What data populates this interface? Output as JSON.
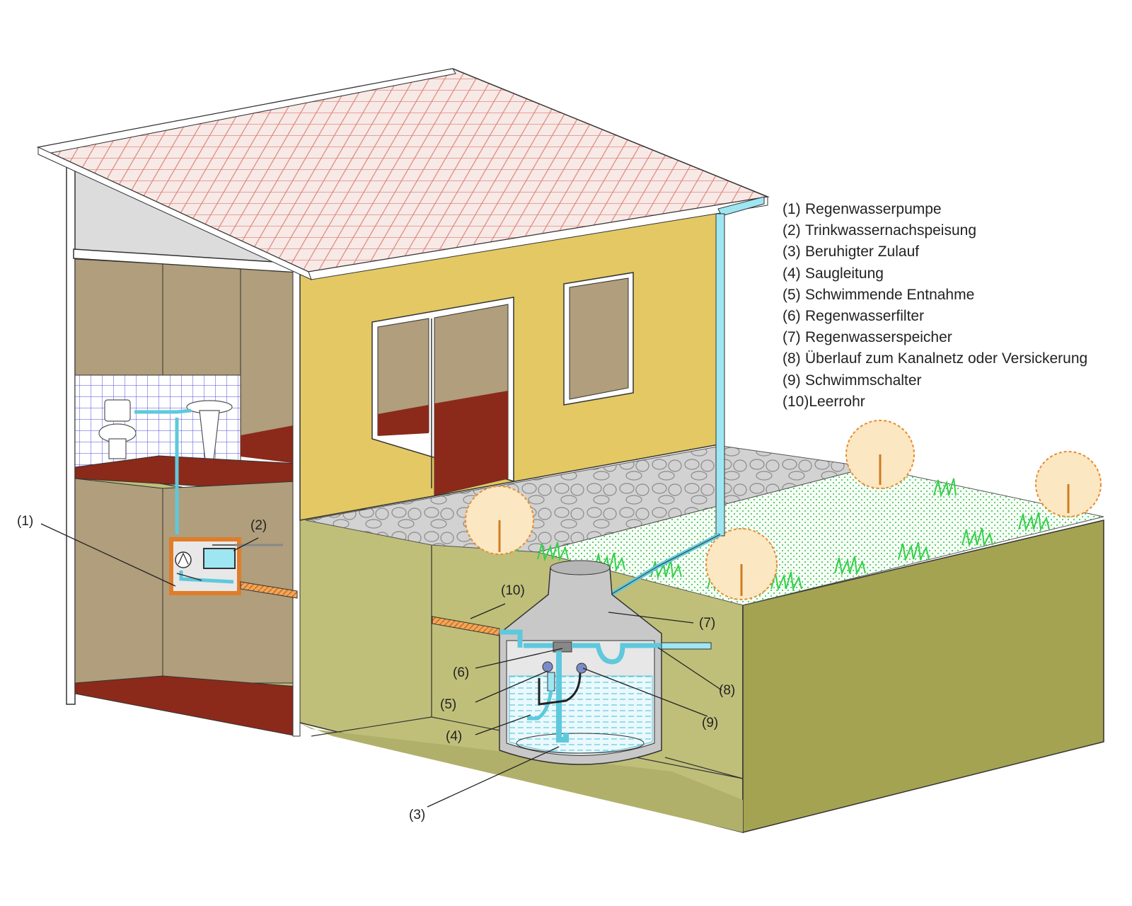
{
  "legend": [
    {
      "num": "(1)",
      "label": "Regenwasserpumpe"
    },
    {
      "num": "(2)",
      "label": "Trinkwassernachspeisung"
    },
    {
      "num": "(3)",
      "label": "Beruhigter Zulauf"
    },
    {
      "num": "(4)",
      "label": "Saugleitung"
    },
    {
      "num": "(5)",
      "label": "Schwimmende Entnahme"
    },
    {
      "num": "(6)",
      "label": "Regenwasserfilter"
    },
    {
      "num": "(7)",
      "label": "Regenwasserspeicher"
    },
    {
      "num": "(8)",
      "label": "Überlauf zum Kanalnetz oder Versickerung"
    },
    {
      "num": "(9)",
      "label": "Schwimmschalter"
    },
    {
      "num": "(10)",
      "label": "Leerrohr"
    }
  ],
  "callouts": {
    "c1": "(1)",
    "c2": "(2)",
    "c3": "(3)",
    "c4": "(4)",
    "c5": "(5)",
    "c6": "(6)",
    "c7": "(7)",
    "c8": "(8)",
    "c9": "(9)",
    "c10": "(10)"
  },
  "colors": {
    "roof": "#e88a86",
    "wall_yellow": "#e3c864",
    "room_wall": "#b09e7c",
    "floor": "#8b2a1a",
    "soil": "#bfbf7a",
    "soil_dark": "#a4a352",
    "water": "#9ee6f2",
    "pipe": "#5fc8dc",
    "tank": "#c8c8c8",
    "empty_pipe": "#e08a3a",
    "grass": "#3fd04f",
    "paving": "#c8c8c8"
  }
}
